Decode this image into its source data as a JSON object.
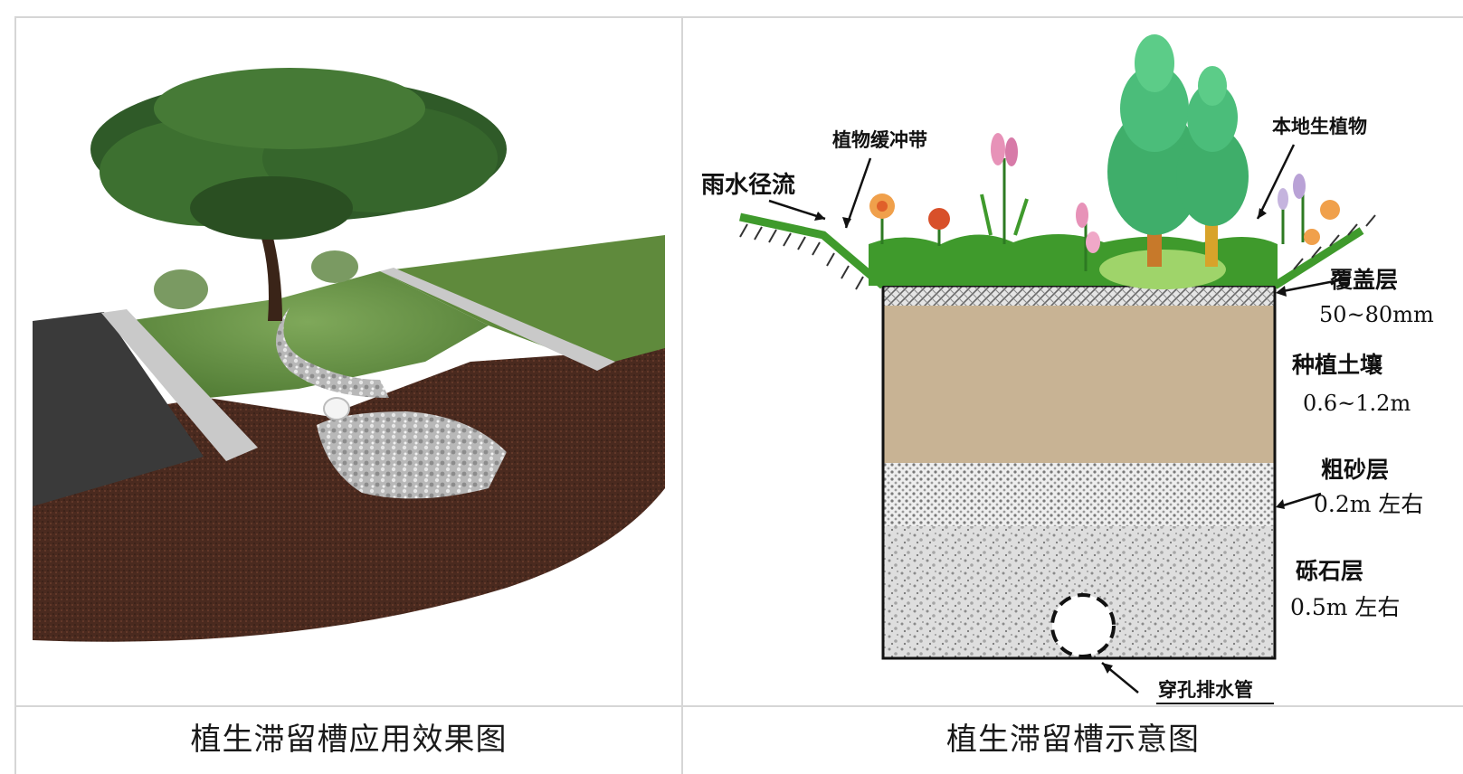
{
  "captions": {
    "left": "植生滞留槽应用效果图",
    "right": "植生滞留槽示意图"
  },
  "diagram_labels": {
    "rain_runoff": "雨水径流",
    "plant_buffer": "植物缓冲带",
    "native_plants": "本地生植物",
    "cover_layer": "覆盖层",
    "cover_depth": "50~80mm",
    "planting_soil": "种植土壤",
    "soil_depth": "0.6~1.2m",
    "coarse_sand": "粗砂层",
    "sand_depth": "0.2m 左右",
    "gravel": "砾石层",
    "gravel_depth": "0.5m 左右",
    "perforated_pipe": "穿孔排水管"
  },
  "colors": {
    "soil_tan": "#c8b394",
    "grass_green": "#3f9a2c",
    "tree_green": "#3fae6a",
    "ground_brown": "#4a2a1f",
    "asphalt": "#3a3a3a",
    "lawn": "#5f8a3c"
  }
}
